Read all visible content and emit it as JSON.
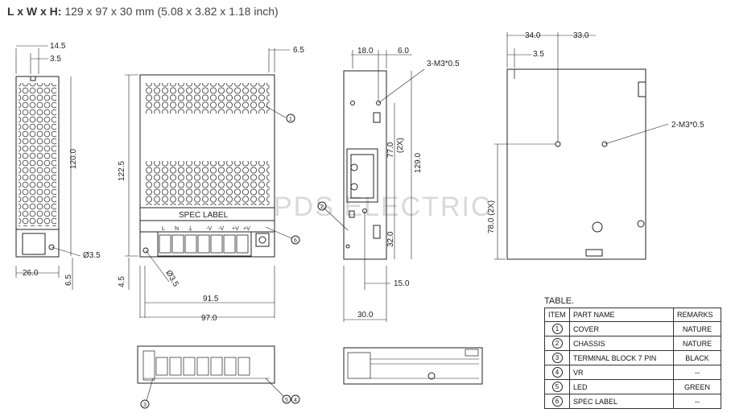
{
  "header": {
    "label": "L x W x H:",
    "value": "129 x 97 x 30 mm (5.08 x 3.82 x 1.18 inch)"
  },
  "dimensions": {
    "left_view": {
      "d1": "14.5",
      "d2": "3.5",
      "height": "120.0",
      "hole": "Ø3.5",
      "width": "26.0",
      "bottom": "6.5"
    },
    "front_view": {
      "top_offset": "6.5",
      "height": "122.5",
      "bottom": "4.5",
      "hole": "Ø3.5",
      "inner_width": "91.5",
      "width": "97.0",
      "spec_label": "SPEC LABEL",
      "terminals": [
        "L",
        "N",
        "⏚",
        "-V",
        "-V",
        "+V",
        "+V"
      ]
    },
    "side_view": {
      "d1": "18.0",
      "d2": "6.0",
      "screw": "3-M3*0.5",
      "d3": "77.0",
      "d3_note": "(2X)",
      "height": "129.0",
      "d4": "32.0",
      "d5": "15.0",
      "width": "30.0"
    },
    "back_view": {
      "d1": "34.0",
      "d2": "33.0",
      "d3": "3.5",
      "screw": "2-M3*0.5",
      "d4": "78.0 (2X)"
    }
  },
  "callouts": [
    "1",
    "2",
    "3",
    "4",
    "5",
    "6"
  ],
  "watermark": "PDS ELECTRIC",
  "table": {
    "title": "TABLE.",
    "headers": [
      "ITEM",
      "PART NAME",
      "REMARKS"
    ],
    "rows": [
      {
        "item": "1",
        "part": "COVER",
        "remarks": "NATURE"
      },
      {
        "item": "2",
        "part": "CHASSIS",
        "remarks": "NATURE"
      },
      {
        "item": "3",
        "part": "TERMINAL BLOCK 7 PIN",
        "remarks": "BLACK"
      },
      {
        "item": "4",
        "part": "VR",
        "remarks": "--"
      },
      {
        "item": "5",
        "part": "LED",
        "remarks": "GREEN"
      },
      {
        "item": "6",
        "part": "SPEC LABEL",
        "remarks": "--"
      }
    ]
  }
}
